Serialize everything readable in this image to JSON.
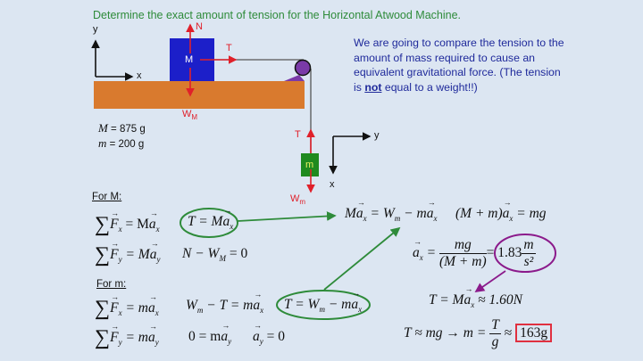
{
  "title": "Determine the exact amount of tension for the Horizontal Atwood Machine.",
  "note": {
    "part1": "We are going to compare the tension to the amount of mass required to cause an equivalent gravitational force.  (The tension is ",
    "emphasis": "not",
    "part2": " equal to a weight!!)"
  },
  "diagram": {
    "axes1": {
      "y": "y",
      "x": "x"
    },
    "axes2": {
      "y": "y",
      "x": "x"
    },
    "big_mass_label": "M",
    "small_mass_label": "m",
    "forces": {
      "N": "N",
      "T_top": "T",
      "W_M": "W",
      "W_M_sub": "M",
      "T_hanging": "T",
      "W_m": "W",
      "W_m_sub": "m"
    },
    "colors": {
      "table": "#d97a2e",
      "big_block": "#1c1fc9",
      "small_block": "#1f8a1f",
      "pulley": "#7a3aa8",
      "force_arrow": "#e0202a",
      "rope": "#555555",
      "green_ellipse": "#2e8b3a",
      "purple_ellipse": "#8b1a8b",
      "red_box": "#e03040"
    }
  },
  "given": {
    "M_label": "M",
    "M_value": " = 875 g",
    "m_label": "m",
    "m_value": " = 200 g"
  },
  "sections": {
    "for_M": "For M:",
    "for_m": "For m:"
  },
  "equations": {
    "M_sum_x": {
      "lhs_F": "F",
      "sub": "x",
      "eq": " = M",
      "a": "a",
      "asub": "x"
    },
    "M_x_result": {
      "text": "T = M",
      "a": "a",
      "asub": "x"
    },
    "M_sum_y": {
      "lhs_F": "F",
      "sub": "y",
      "eq": " = M",
      "a": "a",
      "asub": "y"
    },
    "M_y_result": {
      "pre": "N − W",
      "sub": "M",
      "post": " = 0"
    },
    "m_sum_x": {
      "lhs_F": "F",
      "sub": "x",
      "eq": " = m",
      "a": "a",
      "asub": "x"
    },
    "m_x_mid": {
      "pre": "W",
      "sub": "m",
      "mid": " − T = m",
      "a": "a",
      "asub": "x"
    },
    "m_x_result": {
      "pre": "T = W",
      "sub": "m",
      "mid": " − m",
      "a": "a",
      "asub": "x"
    },
    "m_sum_y": {
      "lhs_F": "F",
      "sub": "y",
      "eq": " = m",
      "a": "a",
      "asub": "y"
    },
    "m_y_mid": {
      "pre": "0 = m",
      "a": "a",
      "asub": "y"
    },
    "m_y_result": {
      "a": "a",
      "asub": "y",
      "post": " = 0"
    },
    "combine1": {
      "pre": "M",
      "a": "a",
      "asub": "x",
      "mid": " = W",
      "wsub": "m",
      "mid2": " − m",
      "a2": "a",
      "asub2": "x"
    },
    "combine2": {
      "pre": "(M + m)",
      "a": "a",
      "asub": "x",
      "post": " = mg"
    },
    "accel": {
      "a": "a",
      "asub": "x",
      "eq": " = ",
      "num": "mg",
      "den": "(M + m)",
      "approx": "= ",
      "value": "1.83",
      "unit_num": "m",
      "unit_den": "s²"
    },
    "tension": {
      "pre": "T = M",
      "a": "a",
      "asub": "x",
      "post": " ≈ 1.60N"
    },
    "mass_equiv": {
      "pre": "T ≈ mg → m = ",
      "num": "T",
      "den": "g",
      "approx": " ≈ ",
      "result": "163g"
    }
  }
}
